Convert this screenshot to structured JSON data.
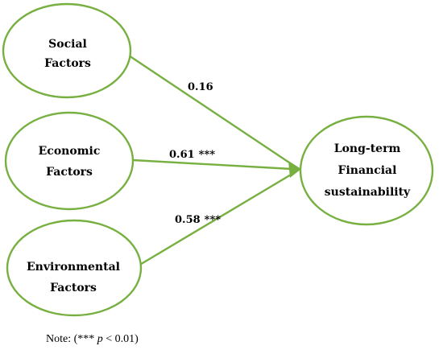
{
  "diagram": {
    "nodes": {
      "social": {
        "line1": "Social",
        "line2": "Factors"
      },
      "economic": {
        "line1": "Economic",
        "line2": "Factors"
      },
      "environmental": {
        "line1": "Environmental",
        "line2": "Factors"
      },
      "outcome": {
        "line1": "Long-term",
        "line2": "Financial",
        "line3": "sustainability"
      }
    },
    "edges": {
      "social": {
        "coefficient": "0.16",
        "significance": ""
      },
      "economic": {
        "coefficient": "0.61",
        "significance": "***"
      },
      "environmental": {
        "coefficient": "0.58",
        "significance": "***"
      }
    },
    "note": {
      "prefix": "Note: (*** ",
      "p_symbol": "p",
      "suffix": " < 0.01)"
    },
    "colors": {
      "stroke": "#77b041",
      "text": "#000000"
    }
  }
}
